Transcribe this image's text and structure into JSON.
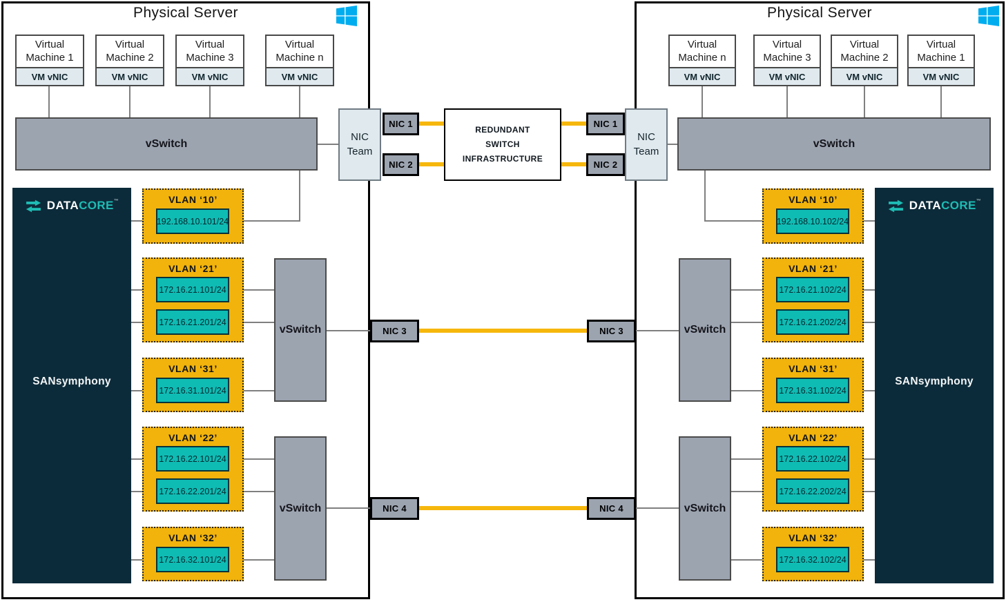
{
  "diagram_type": "network-topology",
  "colors": {
    "vlan_amber": "#F1B30C",
    "ip_teal": "#0FBCB4",
    "datacore_navy": "#0C2B3A",
    "datacore_teal": "#1EBCB4",
    "vswitch_gray": "#9CA4B0",
    "panel_light_blue": "#DFE9EE",
    "uplink_yellow": "#F6B70D",
    "windows_blue": "#00ADEF",
    "connector_gray": "#7F7F7F"
  },
  "center": {
    "switch_label_lines": [
      "REDUNDANT",
      "SWITCH",
      "INFRASTRUCTURE"
    ]
  },
  "servers": [
    {
      "title": "Physical Server",
      "vms": [
        {
          "label": "Virtual Machine 1",
          "vnic": "VM vNIC"
        },
        {
          "label": "Virtual Machine 2",
          "vnic": "VM vNIC"
        },
        {
          "label": "Virtual Machine 3",
          "vnic": "VM vNIC"
        },
        {
          "label": "Virtual Machine n",
          "vnic": "VM vNIC"
        }
      ],
      "vswitch": "vSwitch",
      "nic_team": "NIC Team",
      "nic1": "NIC 1",
      "nic2": "NIC 2",
      "nic3": "NIC 3",
      "nic4": "NIC 4",
      "storage": {
        "brand_data": "DATA",
        "brand_core": "CORE",
        "brand_tm": "™",
        "product": "SANsymphony"
      },
      "vlans": {
        "v10": {
          "label": "VLAN ‘10’",
          "ip1": "192.168.10.101/24"
        },
        "v21": {
          "label": "VLAN ‘21’",
          "ip1": "172.16.21.101/24",
          "ip2": "172.16.21.201/24"
        },
        "v31": {
          "label": "VLAN ‘31’",
          "ip1": "172.16.31.101/24"
        },
        "v22": {
          "label": "VLAN ‘22’",
          "ip1": "172.16.22.101/24",
          "ip2": "172.16.22.201/24"
        },
        "v32": {
          "label": "VLAN ‘32’",
          "ip1": "172.16.32.101/24"
        }
      },
      "vswitch_storage_top": "vSwitch",
      "vswitch_storage_bottom": "vSwitch"
    },
    {
      "title": "Physical Server",
      "vms": [
        {
          "label": "Virtual Machine n",
          "vnic": "VM vNIC"
        },
        {
          "label": "Virtual Machine 3",
          "vnic": "VM vNIC"
        },
        {
          "label": "Virtual Machine 2",
          "vnic": "VM vNIC"
        },
        {
          "label": "Virtual Machine 1",
          "vnic": "VM vNIC"
        }
      ],
      "vswitch": "vSwitch",
      "nic_team": "NIC Team",
      "nic1": "NIC 1",
      "nic2": "NIC 2",
      "nic3": "NIC 3",
      "nic4": "NIC 4",
      "storage": {
        "brand_data": "DATA",
        "brand_core": "CORE",
        "brand_tm": "™",
        "product": "SANsymphony"
      },
      "vlans": {
        "v10": {
          "label": "VLAN ‘10’",
          "ip1": "192.168.10.102/24"
        },
        "v21": {
          "label": "VLAN ‘21’",
          "ip1": "172.16.21.102/24",
          "ip2": "172.16.21.202/24"
        },
        "v31": {
          "label": "VLAN ‘31’",
          "ip1": "172.16.31.102/24"
        },
        "v22": {
          "label": "VLAN ‘22’",
          "ip1": "172.16.22.102/24",
          "ip2": "172.16.22.202/24"
        },
        "v32": {
          "label": "VLAN ‘32’",
          "ip1": "172.16.32.102/24"
        }
      },
      "vswitch_storage_top": "vSwitch",
      "vswitch_storage_bottom": "vSwitch"
    }
  ]
}
